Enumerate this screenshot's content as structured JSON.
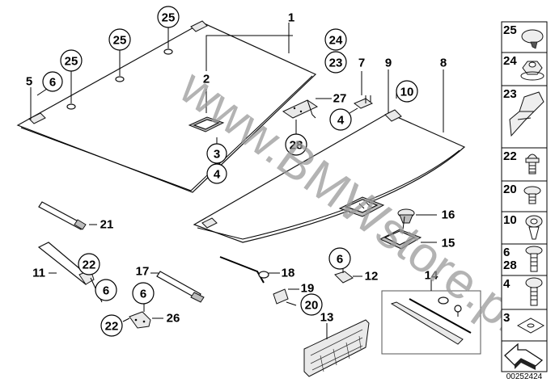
{
  "diagram": {
    "title": "BMW parts diagram - luggage compartment cover / rear parcel shelf",
    "watermark": "www.BMWstore.pl",
    "diagram_code": "00252424"
  },
  "callouts": {
    "c1": "1",
    "c2": "2",
    "c3": "3",
    "c4a": "4",
    "c5": "5",
    "c6a": "6",
    "c25a": "25",
    "c25b": "25",
    "c25c": "25",
    "c24": "24",
    "c23": "23",
    "c7": "7",
    "c4b": "4",
    "c27": "27",
    "c28": "28",
    "c9": "9",
    "c10": "10",
    "c8": "8",
    "c21": "21",
    "c11": "11",
    "c22a": "22",
    "c6b": "6",
    "c17": "17",
    "c6c": "6",
    "c22b": "22",
    "c26": "26",
    "c18": "18",
    "c19": "19",
    "c20": "20",
    "c13": "13",
    "c6d": "6",
    "c12": "12",
    "c16": "16",
    "c15": "15",
    "c14": "14"
  },
  "legend": [
    {
      "labels": [
        "25"
      ],
      "part": "expanding rivet / plug"
    },
    {
      "labels": [
        "24"
      ],
      "part": "hex collar nut"
    },
    {
      "labels": [
        "23"
      ],
      "part": "spring nut clip"
    },
    {
      "labels": [
        "22"
      ],
      "part": "hex bolt with collar"
    },
    {
      "labels": [
        "20"
      ],
      "part": "fillister head screw"
    },
    {
      "labels": [
        "10"
      ],
      "part": "expanding rivet"
    },
    {
      "labels": [
        "6",
        "28"
      ],
      "part": "torx screw with washer"
    },
    {
      "labels": [
        "4"
      ],
      "part": "torx screw"
    },
    {
      "labels": [
        "3"
      ],
      "part": "washer plate"
    },
    {
      "labels": [],
      "part": "direction arrow"
    }
  ]
}
